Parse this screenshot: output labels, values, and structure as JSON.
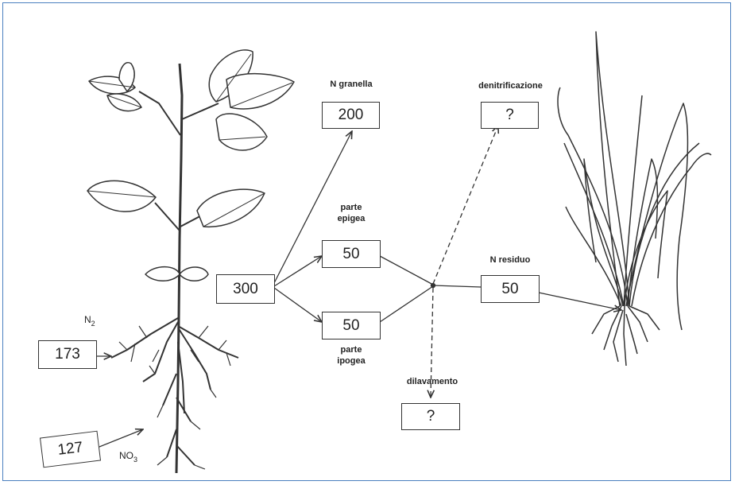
{
  "boxes": {
    "n_fixed": "173",
    "nitrate": "127",
    "total": "300",
    "grain": "200",
    "aboveground": "50",
    "belowground": "50",
    "residual": "50",
    "denitrification": "?",
    "leaching": "?"
  },
  "labels": {
    "n2_main": "N",
    "n2_sub": "2",
    "no3_main": "NO",
    "no3_sub": "3",
    "grain": "N granella",
    "aboveground_1": "parte",
    "aboveground_2": "epigea",
    "belowground_1": "parte",
    "belowground_2": "ipogea",
    "denitrification": "denitrificazione",
    "leaching": "dilavamento",
    "residual": "N residuo"
  }
}
